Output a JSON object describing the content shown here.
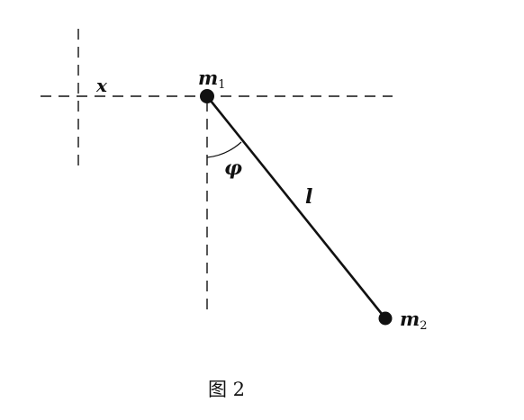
{
  "figure": {
    "caption": "图 2",
    "mass1": {
      "symbol": "m",
      "subscript": "1"
    },
    "mass2": {
      "symbol": "m",
      "subscript": "2"
    },
    "x_label": "x",
    "angle_label": "φ",
    "length_label": "l"
  }
}
